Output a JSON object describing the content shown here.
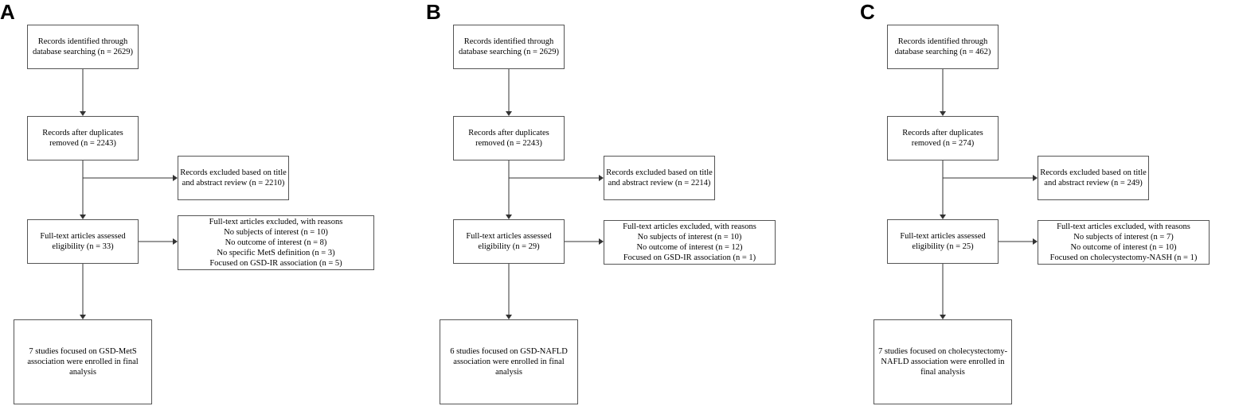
{
  "panels": [
    {
      "label": "A",
      "boxes": {
        "identified": [
          "Records identified through",
          "database searching (n = 2629)"
        ],
        "after_duplicates": [
          "Records after duplicates",
          "removed (n = 2243)"
        ],
        "excluded_title": [
          "Records excluded based on title",
          "and abstract review (n = 2210)"
        ],
        "fulltext": [
          "Full-text articles assessed",
          "eligibility (n = 33)"
        ],
        "fulltext_excluded": [
          "Full-text articles excluded, with reasons",
          "No subjects of interest (n = 10)",
          "No outcome of interest (n = 8)",
          "No specific MetS definition (n = 3)",
          "Focused on GSD-IR association (n = 5)"
        ],
        "final": [
          "7 studies focused on GSD-MetS",
          "association were enrolled in final",
          "analysis"
        ]
      }
    },
    {
      "label": "B",
      "boxes": {
        "identified": [
          "Records identified through",
          "database searching (n = 2629)"
        ],
        "after_duplicates": [
          "Records after duplicates",
          "removed (n = 2243)"
        ],
        "excluded_title": [
          "Records excluded based on title",
          "and abstract review (n = 2214)"
        ],
        "fulltext": [
          "Full-text articles assessed",
          "eligibility (n = 29)"
        ],
        "fulltext_excluded": [
          "Full-text articles excluded, with reasons",
          "No subjects of interest (n = 10)",
          "No outcome of interest (n = 12)",
          "Focused on GSD-IR association (n = 1)"
        ],
        "final": [
          "6 studies focused on GSD-NAFLD",
          "association were enrolled in final",
          "analysis"
        ]
      }
    },
    {
      "label": "C",
      "boxes": {
        "identified": [
          "Records identified through",
          "database searching (n = 462)"
        ],
        "after_duplicates": [
          "Records after duplicates",
          "removed (n = 274)"
        ],
        "excluded_title": [
          "Records excluded based on title",
          "and abstract review (n = 249)"
        ],
        "fulltext": [
          "Full-text articles assessed",
          "eligibility (n = 25)"
        ],
        "fulltext_excluded": [
          "Full-text articles excluded, with reasons",
          "No subjects of interest (n = 7)",
          "No outcome of interest (n = 10)",
          "Focused on cholecystectomy-NASH (n = 1)"
        ],
        "final": [
          "7 studies focused on cholecystectomy-",
          "NAFLD association were enrolled in",
          "final analysis"
        ]
      }
    }
  ]
}
